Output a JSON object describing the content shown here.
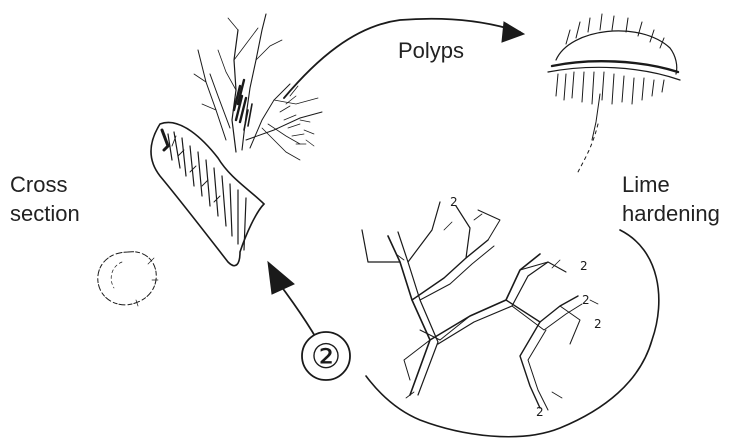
{
  "diagram": {
    "labels": {
      "polyps": "Polyps",
      "cross_section": {
        "line1": "Cross",
        "line2": "section"
      },
      "lime_hardening": {
        "line1": "Lime",
        "line2": "hardening"
      },
      "step_number": "②"
    },
    "colors": {
      "ink": "#1a1a1a",
      "background": "#ffffff"
    }
  }
}
